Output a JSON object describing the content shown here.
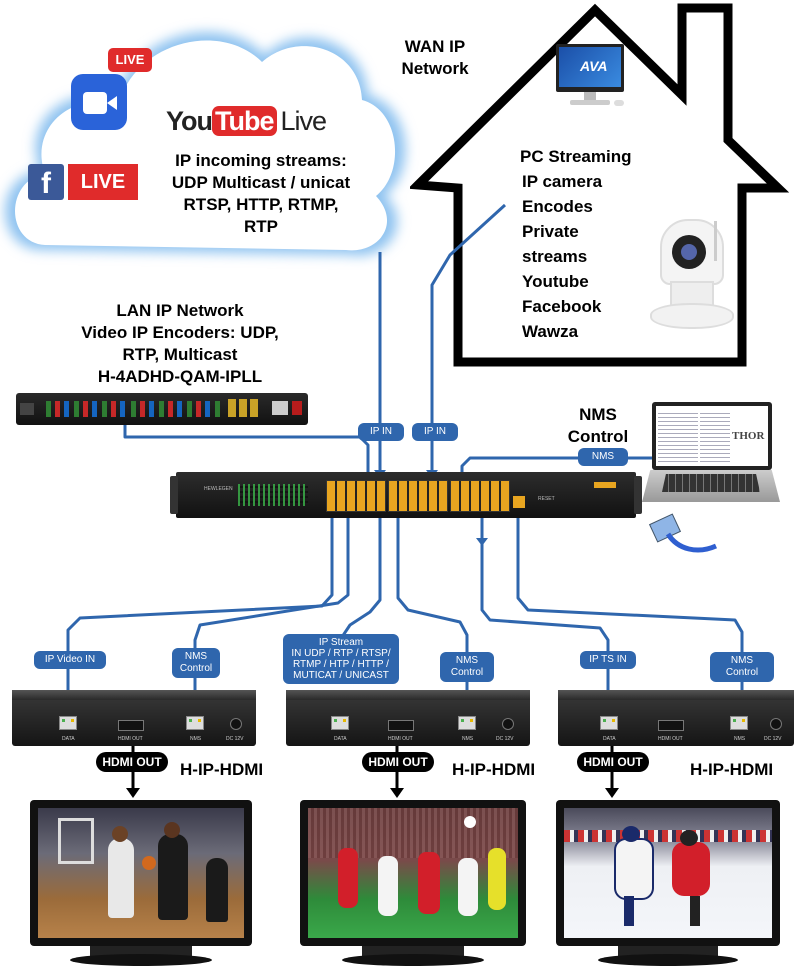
{
  "cloud": {
    "youtube_you": "You",
    "youtube_tube": "Tube",
    "youtube_live": "Live",
    "cam_badge": "LIVE",
    "fb_badge": "LIVE",
    "line1": "IP incoming streams:",
    "line2": "UDP Multicast / unicat",
    "line3": "RTSP, HTTP, RTMP,",
    "line4": "RTP"
  },
  "wan": {
    "line1": "WAN IP",
    "line2": "Network"
  },
  "house": {
    "monitor_logo": "AVA",
    "lines": [
      "PC Streaming",
      "IP camera",
      "Encodes",
      "Private",
      "streams",
      "Youtube",
      "Facebook",
      "Wawza"
    ]
  },
  "lan": {
    "line1": "LAN IP Network",
    "line2": "Video IP Encoders: UDP,",
    "line3": "RTP, Multicast",
    "line4": "H-4ADHD-QAM-IPLL"
  },
  "nms": {
    "line1": "NMS",
    "line2": "Control",
    "pill": "NMS",
    "laptop_logo": "THOR"
  },
  "pills": {
    "ip_in_1": "IP IN",
    "ip_in_2": "IP IN",
    "ip_video_in": "IP Video  IN",
    "nms_control_1_a": "NMS",
    "nms_control_1_b": "Control",
    "ip_stream_1": "IP Stream",
    "ip_stream_2": "IN UDP / RTP / RTSP/",
    "ip_stream_3": "RTMP / HTP / HTTP /",
    "ip_stream_4": "MUTICAT / UNICAST",
    "nms_control_2_a": "NMS",
    "nms_control_2_b": "Control",
    "ip_ts_in": "IP TS IN",
    "nms_control_3_a": "NMS",
    "nms_control_3_b": "Control"
  },
  "receivers": [
    {
      "model": "H-IP-HDMI",
      "hdmi_out": "HDMI OUT",
      "port_data": "DATA",
      "port_hdmi": "HDMI OUT",
      "port_nms": "NMS",
      "port_dc": "DC 12V"
    },
    {
      "model": "H-IP-HDMI",
      "hdmi_out": "HDMI OUT",
      "port_data": "DATA",
      "port_hdmi": "HDMI OUT",
      "port_nms": "NMS",
      "port_dc": "DC 12V"
    },
    {
      "model": "H-IP-HDMI",
      "hdmi_out": "HDMI OUT",
      "port_data": "DATA",
      "port_hdmi": "HDMI OUT",
      "port_nms": "NMS",
      "port_dc": "DC 12V"
    }
  ],
  "switch": {
    "brand": "HEWLEGEN",
    "reset": "RESET"
  },
  "colors": {
    "line_blue": "#2f66ad",
    "pill_blue": "#2f66ad",
    "house_black": "#000000",
    "cloud_fill": "#ffffff",
    "cloud_glow": "#8fc3f0"
  }
}
